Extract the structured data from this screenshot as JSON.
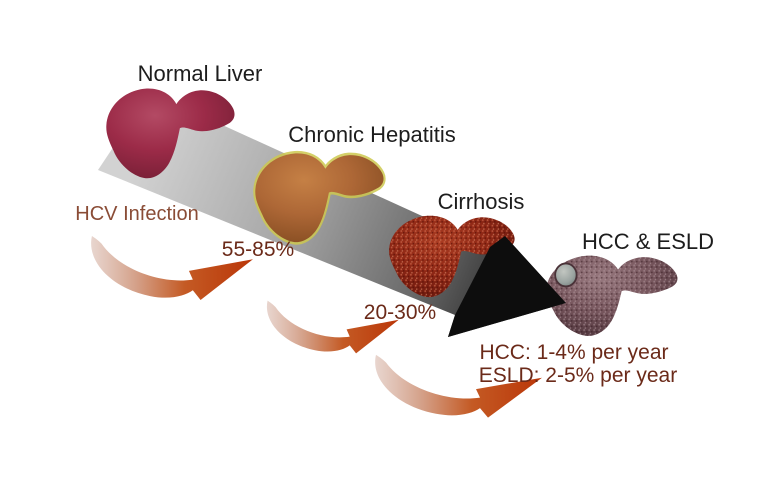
{
  "diagram": {
    "stages": [
      {
        "label": "Normal Liver"
      },
      {
        "label": "Chronic Hepatitis"
      },
      {
        "label": "Cirrhosis"
      },
      {
        "label": "HCC & ESLD"
      }
    ],
    "annotations": {
      "cause": "HCV Infection",
      "progression_rate_1": "55-85%",
      "progression_rate_2": "20-30%",
      "outcome_rate_1": "HCC: 1-4% per year",
      "outcome_rate_2": "ESLD: 2-5% per year"
    },
    "icons": {
      "progression_band": "gradient-arrow-icon",
      "curved_arrows": "curved-red-arrow-icon",
      "tumor": "tumor-nodule-icon"
    },
    "colors": {
      "background": "#ffffff",
      "stage_label_text": "#1d1d1d",
      "cause_text": "#8a4c36",
      "rate_text": "#6b2a19",
      "curved_arrow_head": "#ba3608",
      "curved_arrow_tail": "#e4cec6",
      "normal_liver": "#9c2b48",
      "chronic_liver": "#ad6736",
      "chronic_liver_outline": "#cdc84f",
      "cirrhosis_liver": "#8e2715",
      "hcc_liver": "#77565d",
      "tumor": "#9aa3a0",
      "band_start": "#d2d2d2",
      "band_end": "#0d0d0d"
    }
  }
}
